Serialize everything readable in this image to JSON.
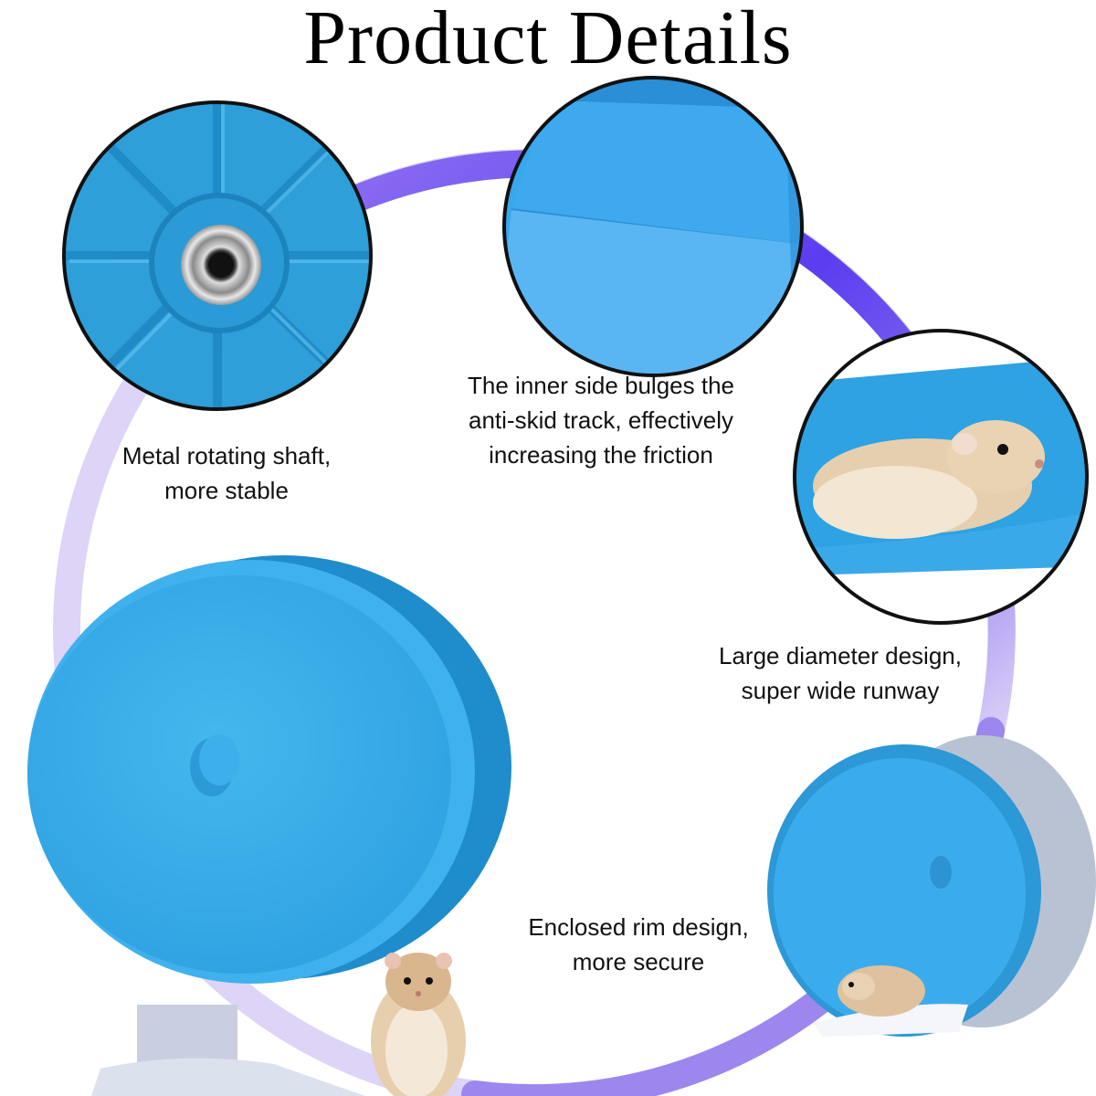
{
  "page": {
    "title": "Product Details"
  },
  "features": [
    {
      "line1": "Metal rotating shaft,",
      "line2": "more stable"
    },
    {
      "line1": "The inner side bulges the",
      "line2": "anti-skid track, effectively",
      "line3": "increasing the friction"
    },
    {
      "line1": "Large diameter design,",
      "line2": "super wide runway"
    },
    {
      "line1": "Enclosed rim design,",
      "line2": "more secure"
    }
  ],
  "colors": {
    "wheel_blue": "#35a9e6",
    "ring_purple": "#6a4cf0",
    "ring_lavender": "#cfc3f5"
  }
}
